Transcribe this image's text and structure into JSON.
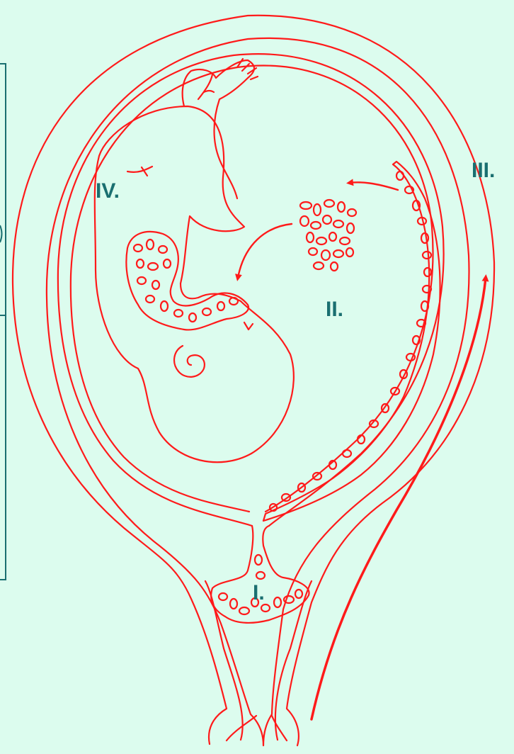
{
  "diagram": {
    "labels": {
      "stage_1": "I.",
      "stage_2": "II.",
      "stage_3": "III.",
      "stage_4": "IV."
    }
  },
  "colors": {
    "background": "#dcfcee",
    "line": "#ff1a1a",
    "label": "#1a6f70",
    "frame": "#1a6f70"
  }
}
